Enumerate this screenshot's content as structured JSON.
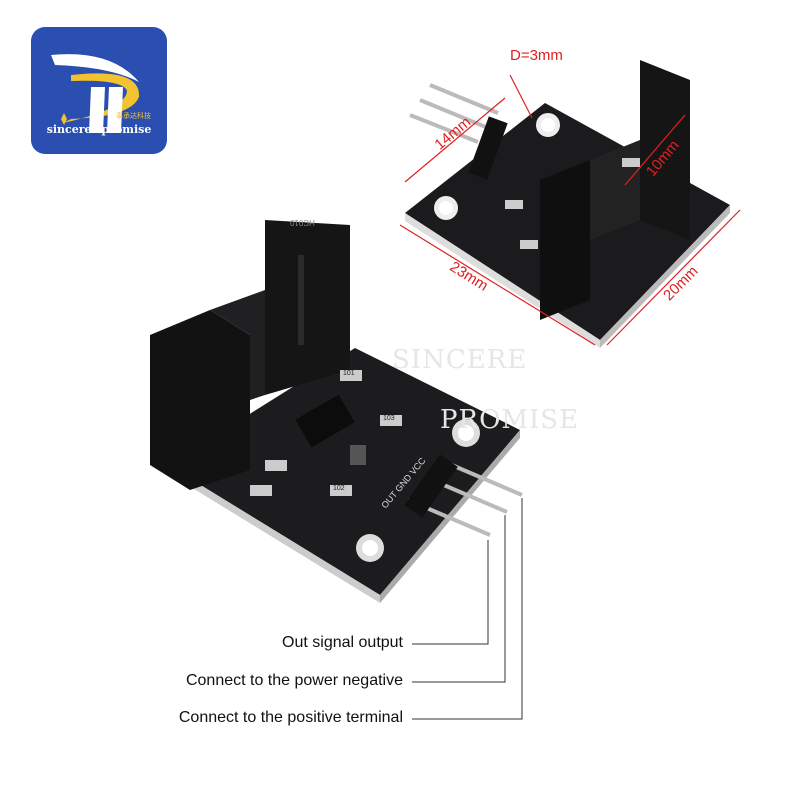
{
  "logo": {
    "brand": "sincere&promise",
    "chinese": "辜承达科技",
    "colors": {
      "bg": "#2a4fb0",
      "accent": "#f2c230"
    }
  },
  "watermark": {
    "line1": "SINCERE",
    "line2": "PROMISE"
  },
  "dimensions": {
    "hole": "D=3mm",
    "pin_span": "14mm",
    "slot_depth": "10mm",
    "length": "23mm",
    "width": "20mm"
  },
  "pin_labels": [
    "Out signal output",
    "Connect to the power negative",
    "Connect to the positive terminal"
  ],
  "silkscreen": {
    "pins": "OUT GND VCC",
    "chip": "HC010",
    "resistor": "101",
    "resistor2": "102",
    "resistor3": "103"
  }
}
